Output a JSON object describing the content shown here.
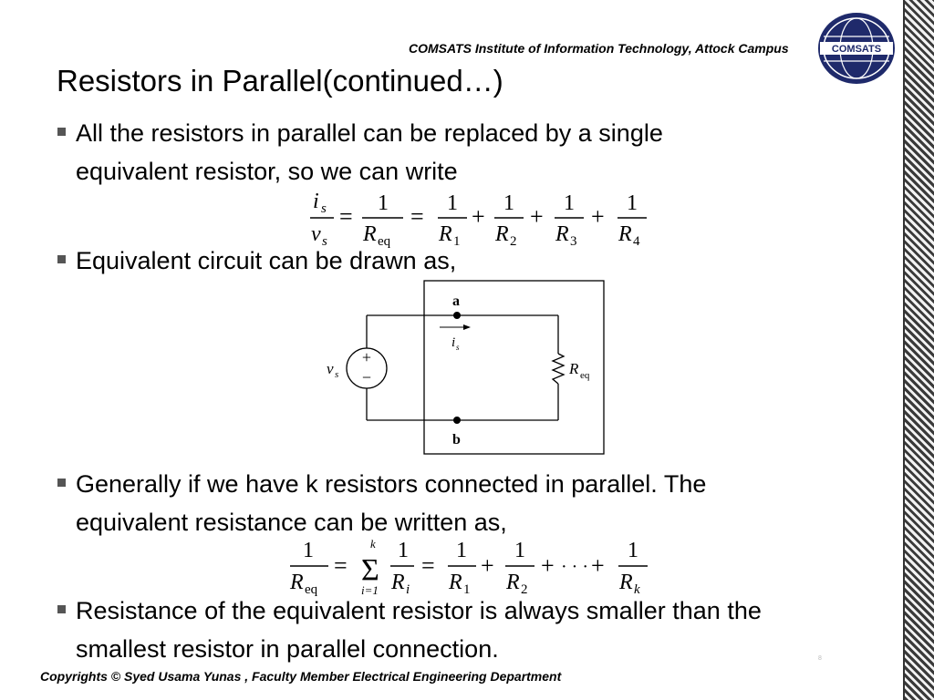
{
  "header": {
    "institution": "COMSATS Institute of Information Technology, Attock Campus",
    "logo_text": "COMSATS"
  },
  "slide": {
    "title": "Resistors in Parallel(continued…)",
    "bullets": [
      {
        "line1": "All the resistors in parallel can be replaced by a single",
        "line2": "equivalent resistor, so we can write"
      },
      {
        "line1": "Equivalent circuit can be drawn as,"
      },
      {
        "line1": "Generally if we have k resistors connected in parallel. The",
        "line2": "equivalent resistance can be written as,"
      },
      {
        "line1": "Resistance of the equivalent resistor is always smaller than the",
        "line2": "smallest resistor in parallel connection."
      }
    ]
  },
  "equation1": {
    "is": "i",
    "is_sub": "s",
    "vs": "v",
    "vs_sub": "s",
    "one": "1",
    "req": "R",
    "req_sub": "eq",
    "r1": "R",
    "r1_sub": "1",
    "r2": "R",
    "r2_sub": "2",
    "r3": "R",
    "r3_sub": "3",
    "r4": "R",
    "r4_sub": "4",
    "eq_sign": "=",
    "plus": "+"
  },
  "circuit": {
    "node_a": "a",
    "node_b": "b",
    "source": "v",
    "source_sub": "s",
    "current": "i",
    "current_sub": "s",
    "resistor": "R",
    "resistor_sub": "eq",
    "plus": "+",
    "minus": "−"
  },
  "equation2": {
    "one": "1",
    "req": "R",
    "req_sub": "eq",
    "sum_top": "k",
    "sum_bottom": "i=1",
    "sigma": "Σ",
    "ri": "R",
    "ri_sub": "i",
    "r1": "R",
    "r1_sub": "1",
    "r2": "R",
    "r2_sub": "2",
    "rk": "R",
    "rk_sub": "k",
    "ellipsis": "· · ·",
    "eq_sign": "=",
    "plus": "+"
  },
  "footer": {
    "copyright": "Copyrights © Syed Usama Yunas , Faculty Member Electrical Engineering Department",
    "page_number": "8"
  }
}
